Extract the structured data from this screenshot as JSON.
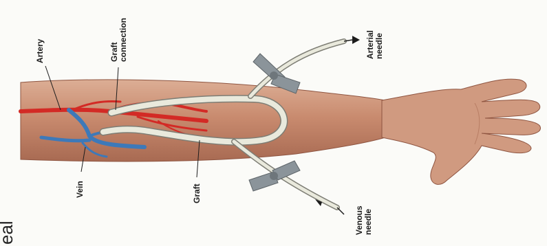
{
  "labels": {
    "artery": "Artery",
    "graft_connection": "Graft\nconnection",
    "arterial_needle": "Arterial\nneedle",
    "vein": "Vein",
    "graft": "Graft",
    "venous_needle": "Venous\nneedle"
  },
  "edge_text": "eal",
  "colors": {
    "skin": "#c98b6f",
    "artery": "#d32a25",
    "vein": "#3d79b9",
    "graft": "#e9e9dc",
    "needle": "#8b949a"
  }
}
